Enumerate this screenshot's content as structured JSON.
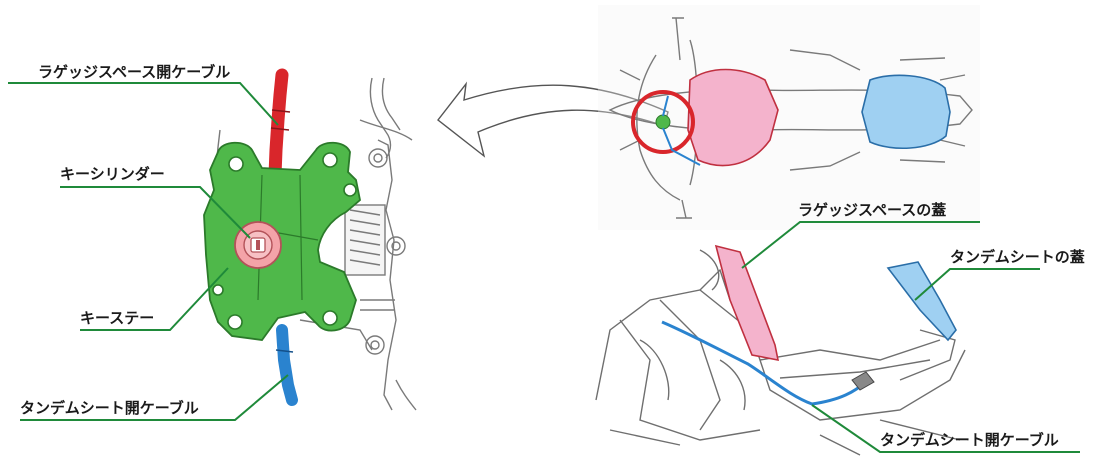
{
  "labels": {
    "luggage_cable": "ラゲッジスペース開ケーブル",
    "key_cylinder": "キーシリンダー",
    "key_stay": "キーステー",
    "tandem_cable_left": "タンデムシート開ケーブル",
    "luggage_lid": "ラゲッジスペースの蓋",
    "tandem_lid": "タンデムシートの蓋",
    "tandem_cable_right": "タンデムシート開ケーブル"
  },
  "colors": {
    "leader_line": "#1f8a3a",
    "key_stay": "#4fb84a",
    "key_cylinder": "#f4a3a8",
    "luggage_cable": "#d9262b",
    "tandem_cable": "#2a83cf",
    "luggage_lid": "#f4b3cc",
    "tandem_lid": "#9fd0f2",
    "highlight_circle": "#d9262b",
    "drawing": "#7a7a7a"
  }
}
